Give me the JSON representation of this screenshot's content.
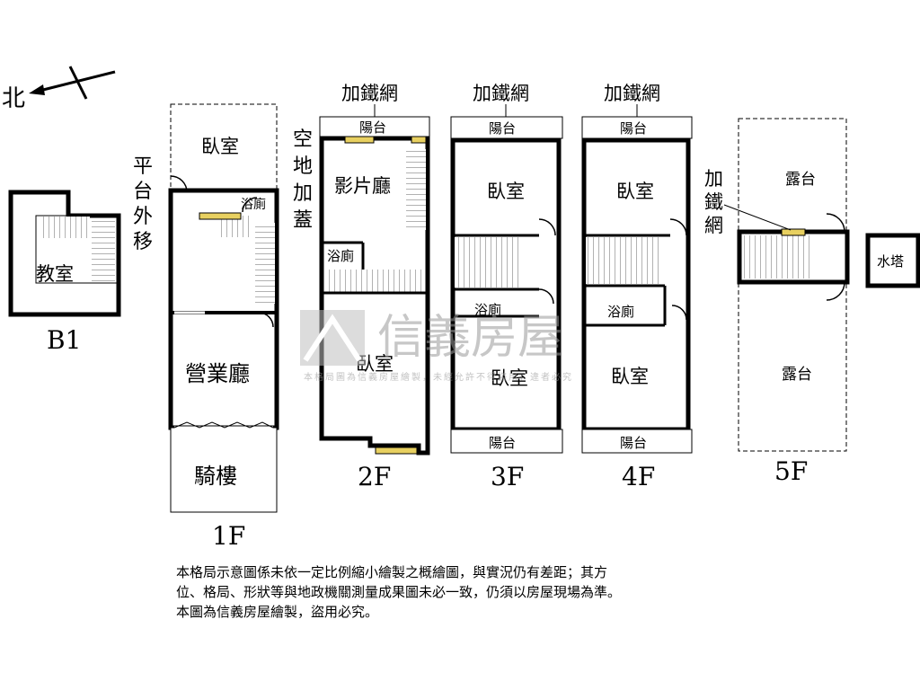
{
  "compass": {
    "north": "北"
  },
  "floors": {
    "b1": {
      "label": "B1",
      "rooms": {
        "classroom": "教室"
      }
    },
    "f1": {
      "label": "1F",
      "rooms": {
        "bedroom": "臥室",
        "bath": "浴廁",
        "business_hall": "營業廳",
        "arcade": "騎樓"
      },
      "notes": {
        "platform": "平台外移",
        "empty_lot": "空地加蓋"
      }
    },
    "f2": {
      "label": "2F",
      "rooms": {
        "balcony": "陽台",
        "theater": "影片廳",
        "bath": "浴廁",
        "bedroom": "臥室"
      },
      "mesh": "加鐵網"
    },
    "f3": {
      "label": "3F",
      "rooms": {
        "balcony_top": "陽台",
        "bedroom_top": "臥室",
        "bath": "浴廁",
        "bedroom_bottom": "臥室",
        "balcony_bottom": "陽台"
      },
      "mesh": "加鐵網"
    },
    "f4": {
      "label": "4F",
      "rooms": {
        "balcony_top": "陽台",
        "bedroom_top": "臥室",
        "bath": "浴廁",
        "bedroom_bottom": "臥室",
        "balcony_bottom": "陽台"
      },
      "mesh": "加鐵網"
    },
    "f5": {
      "label": "5F",
      "rooms": {
        "terrace_top": "露台",
        "terrace_bottom": "露台"
      },
      "mesh": "加鐵網",
      "water_tower": "水塔"
    }
  },
  "watermark": {
    "brand": "信義房屋",
    "small": "本格局圖為信義房屋繪製，未經允許不得盜用，違者必究"
  },
  "disclaimer": [
    "本格局示意圖係未依一定比例縮小繪製之概繪圖，與實況仍有差距；其方",
    "位、格局、形狀等與地政機關測量成果圖未必一致，仍須以房屋現場為準。",
    "本圖為信義房屋繪製，盜用必究。"
  ]
}
